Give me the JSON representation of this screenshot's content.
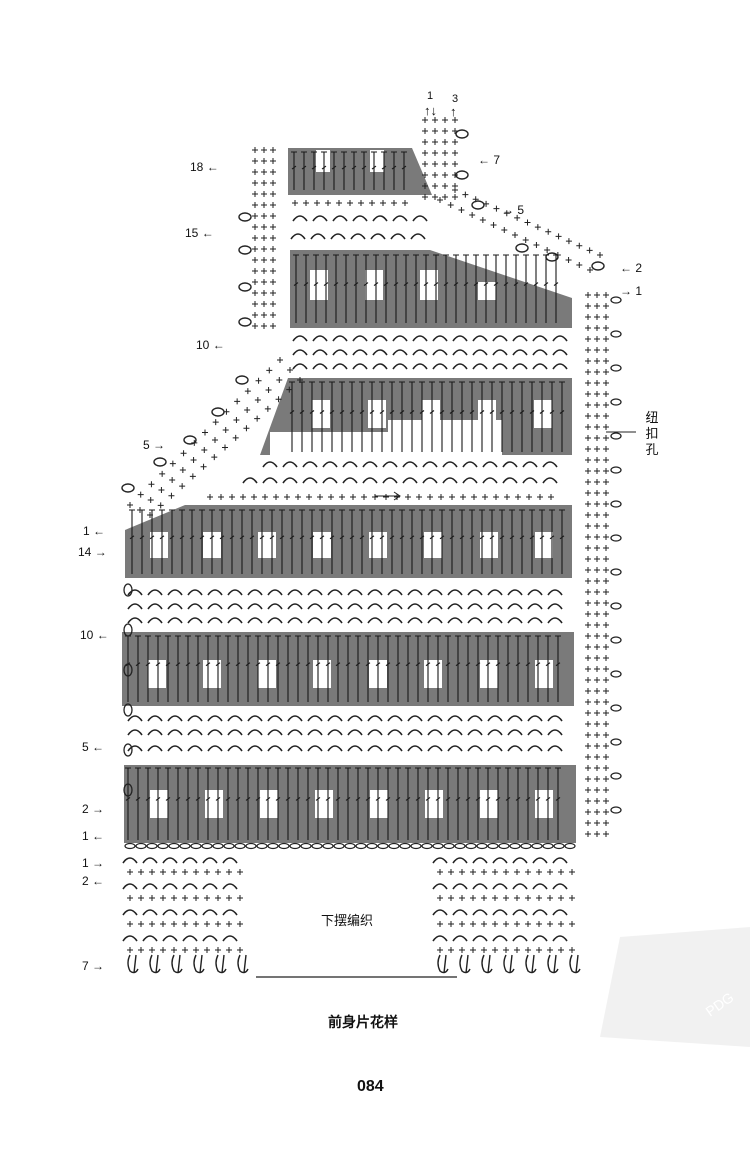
{
  "diagram": {
    "title": "前身片花样",
    "bottom_label": "下摆编织",
    "buttonhole_label": [
      "纽",
      "扣",
      "孔"
    ],
    "page_number": "084",
    "watermark": "PDG",
    "top_markers": {
      "left": "1",
      "left_arrows": "↑↓",
      "right": "3",
      "right_arrow": "↑"
    },
    "row_labels_left": [
      {
        "num": "18",
        "arrow": "←"
      },
      {
        "num": "15",
        "arrow": "←"
      },
      {
        "num": "10",
        "arrow": "←"
      },
      {
        "num": "5",
        "arrow": "→"
      },
      {
        "num": "1",
        "arrow": "←"
      },
      {
        "num": "14",
        "arrow": "→"
      },
      {
        "num": "10",
        "arrow": "←"
      },
      {
        "num": "5",
        "arrow": "←"
      },
      {
        "num": "2",
        "arrow": "→"
      },
      {
        "num": "1",
        "arrow": "←"
      },
      {
        "num": "1",
        "arrow": "→"
      },
      {
        "num": "2",
        "arrow": "←"
      },
      {
        "num": "7",
        "arrow": "→"
      }
    ],
    "row_labels_right": [
      {
        "num": "7",
        "arrow": "←"
      },
      {
        "num": "5",
        "arrow": "→"
      },
      {
        "num": "2",
        "arrow": "←"
      },
      {
        "num": "1",
        "arrow": "→"
      }
    ]
  }
}
